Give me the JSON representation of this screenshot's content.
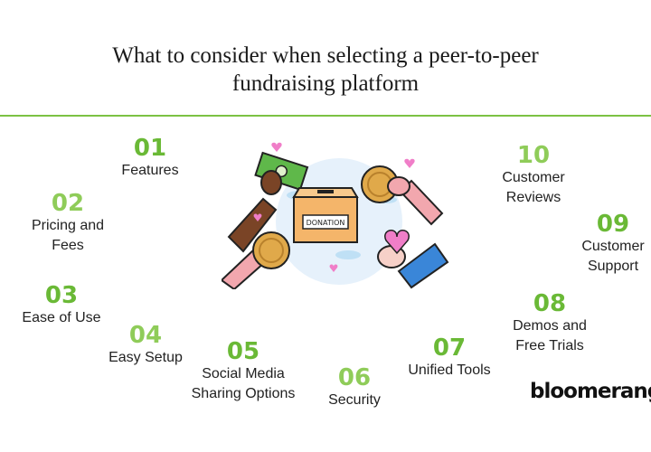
{
  "title": {
    "line1": "What to consider when selecting a peer-to-peer",
    "line2": "fundraising platform"
  },
  "items": [
    {
      "number": "01",
      "label": "Features"
    },
    {
      "number": "02",
      "label": "Pricing and\nFees"
    },
    {
      "number": "03",
      "label": "Ease of Use"
    },
    {
      "number": "04",
      "label": "Easy Setup"
    },
    {
      "number": "05",
      "label": "Social Media\nSharing Options"
    },
    {
      "number": "06",
      "label": "Security"
    },
    {
      "number": "07",
      "label": "Unified Tools"
    },
    {
      "number": "08",
      "label": "Demos and\nFree Trials"
    },
    {
      "number": "09",
      "label": "Customer\nSupport"
    },
    {
      "number": "10",
      "label": "Customer\nReviews"
    }
  ],
  "illustration": {
    "box_label": "DONATION"
  },
  "brand": {
    "logo_text": "bloomerang"
  },
  "colors": {
    "accent_green": "#6ab936",
    "rule_green": "#7cc243",
    "coin_gold": "#e0a94a",
    "box_orange": "#f4b56a",
    "money_green": "#5fb84a",
    "sleeve_blue": "#3a86d8",
    "heart_pink": "#f07ec8"
  }
}
